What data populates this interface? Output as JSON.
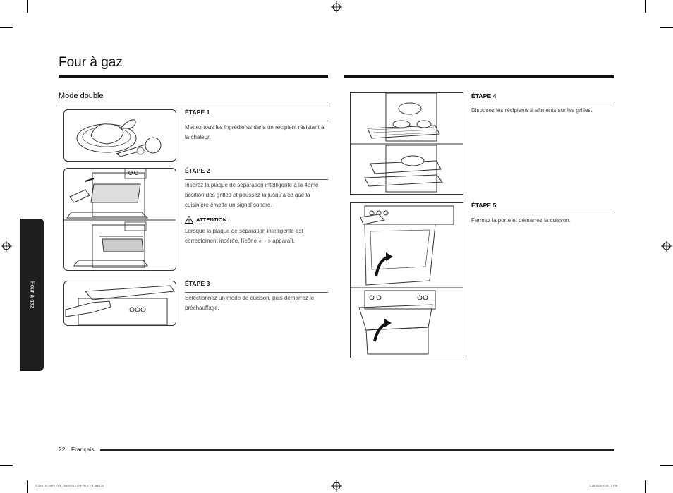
{
  "page_title": "Four à gaz",
  "section_title": "Mode double",
  "steps": [
    {
      "label": "ÉTAPE 1",
      "text": "Mettez tous les ingrédients dans un récipient résistant à la chaleur."
    },
    {
      "label": "ÉTAPE 2",
      "text": "Insérez la plaque de séparation intelligente à la 4ème position des grilles et poussez-la jusqu'à ce que la cuisinière émette un signal sonore."
    },
    {
      "label": "ÉTAPE 3",
      "text": "Sélectionnez un mode de cuisson, puis démarrez le préchauffage."
    },
    {
      "label": "ÉTAPE 4",
      "text": "Disposez les récipients à aliments sur les grilles."
    },
    {
      "label": "ÉTAPE 5",
      "text": "Fermez la porte et démarrez la cuisson."
    }
  ],
  "caution": {
    "label": "ATTENTION",
    "text": "Lorsque la plaque de séparation intelligente est correctement insérée, l'icône « – » apparaît."
  },
  "side_tab": "Four à gaz",
  "footer": {
    "page_number": "22",
    "language": "Français"
  },
  "print_slug": {
    "left": "NX60T8751SS_AA_DG68-01219A-00_CFR.indd   22",
    "right": "3/26/2020   8:38:11 PM"
  }
}
